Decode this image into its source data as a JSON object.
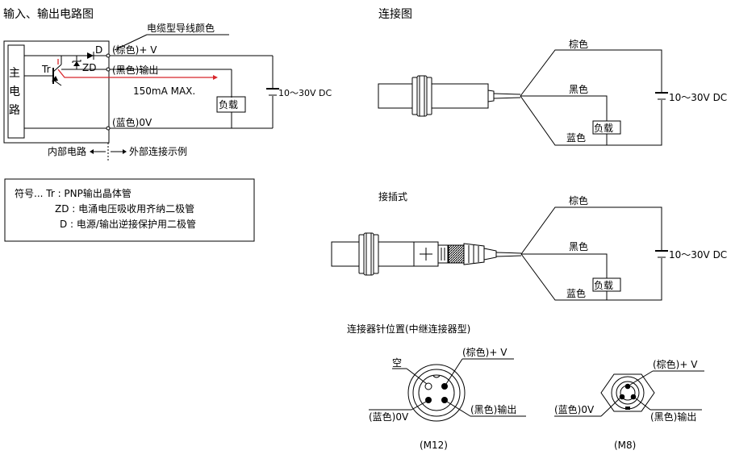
{
  "left": {
    "title": "输入、输出电路图",
    "cable_type_label": "电缆型导线颜色",
    "main_circuit": [
      "主",
      "电",
      "路"
    ],
    "tr_label": "Tr",
    "zd_label": "ZD",
    "d_label": "D",
    "wire_brown": "(棕色)+ V",
    "wire_black": "(黑色)输出",
    "wire_blue": "(蓝色)0V",
    "current_limit": "150mA  MAX.",
    "load": "负载",
    "supply": "10～30V DC",
    "internal": "内部电路",
    "external": "外部连接示例",
    "legend": [
      "符号...  Tr : PNP输出晶体管",
      "ZD : 电涌电压吸收用齐纳二极管",
      "D : 电源/输出逆接保护用二极管"
    ]
  },
  "right": {
    "connection_title": "连接图",
    "brown": "棕色",
    "black": "黑色",
    "blue": "蓝色",
    "load": "负载",
    "supply": "10～30V DC",
    "plug_title": "接插式",
    "pin_title": "连接器针位置(中继连接器型)",
    "empty": "空",
    "pin_brown": "(棕色)+ V",
    "pin_blue": "(蓝色)0V",
    "pin_black": "(黑色)输出",
    "m12": "(M12)",
    "m8": "(M8)"
  },
  "colors": {
    "current_path": "#d8262b"
  }
}
